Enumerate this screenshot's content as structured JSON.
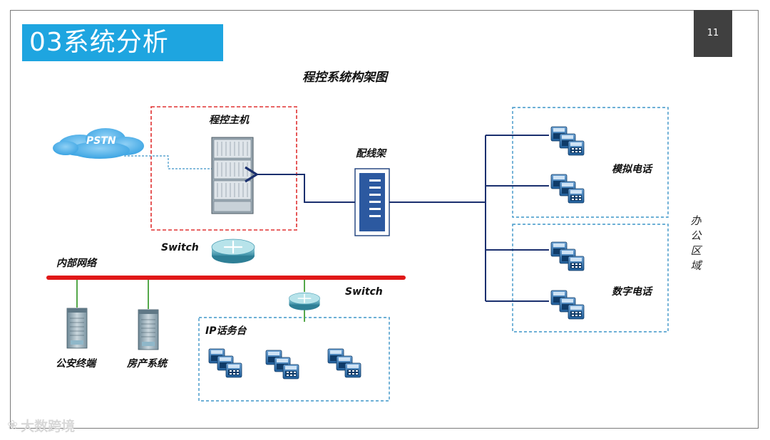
{
  "slide": {
    "title": "03系统分析",
    "page_number": "11",
    "heading": "程控系统构架图"
  },
  "labels": {
    "pbx_host": "程控主机",
    "pstn": "PSTN",
    "distribution_frame": "配线架",
    "analog_phone": "模拟电话",
    "digital_phone": "数字电话",
    "office_area": "办公区域",
    "switch_top": "Switch",
    "switch_bottom": "Switch",
    "intranet": "内部网络",
    "police_terminal": "公安终端",
    "housing_system": "房产系统",
    "ip_console": "IP话务台"
  },
  "watermark": {
    "text": "大数跨境",
    "icon": "wechat-icon"
  },
  "colors": {
    "title_bg": "#1ea5e0",
    "page_num_bg": "#404040",
    "red_dash": "#e03030",
    "blue_dash": "#3d95c8",
    "network_bar": "#e01818",
    "navy_line": "#1a2f6e",
    "green_link": "#55a84a"
  }
}
